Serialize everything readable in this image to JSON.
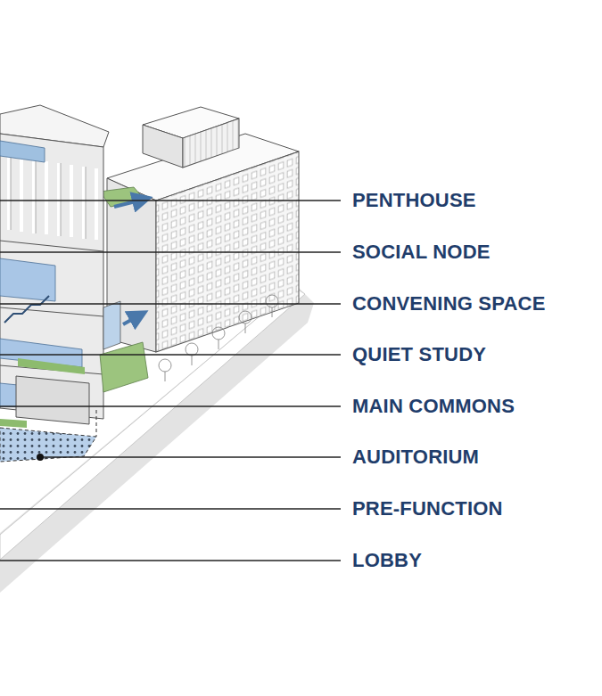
{
  "diagram": {
    "labels": [
      "PENTHOUSE",
      "SOCIAL NODE",
      "CONVENING SPACE",
      "QUIET STUDY",
      "MAIN COMMONS",
      "AUDITORIUM",
      "PRE-FUNCTION",
      "LOBBY"
    ]
  }
}
